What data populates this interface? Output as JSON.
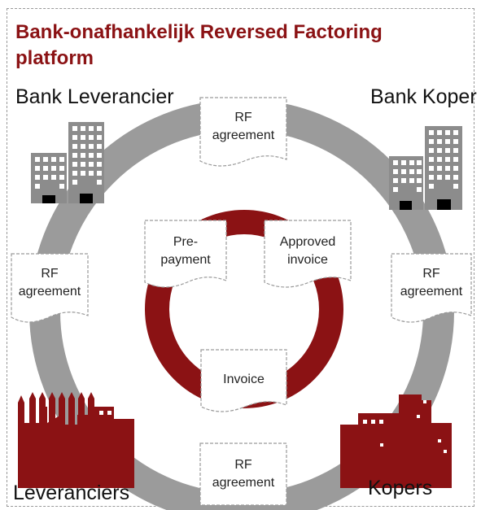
{
  "title": "Bank-onafhankelijk Reversed Factoring platform",
  "corners": {
    "top_left": "Bank Leverancier",
    "top_right": "Bank Koper",
    "bottom_left": "Leveranciers",
    "bottom_right": "Kopers"
  },
  "outer_documents": {
    "top": [
      "RF",
      "agreement"
    ],
    "left": [
      "RF",
      "agreement"
    ],
    "right": [
      "RF",
      "agreement"
    ],
    "bottom": [
      "RF",
      "agreement"
    ]
  },
  "inner_documents": {
    "prepayment": [
      "Pre-",
      "payment"
    ],
    "approved_invoice": [
      "Approved",
      "invoice"
    ],
    "invoice": [
      "Invoice"
    ]
  },
  "colors": {
    "outer_ring": "#9b9b9b",
    "inner_ring": "#8b1214",
    "building": "#8c8c8c",
    "factory": "#8b1214",
    "title": "#8b1214",
    "document_border": "#9a9a9a"
  }
}
